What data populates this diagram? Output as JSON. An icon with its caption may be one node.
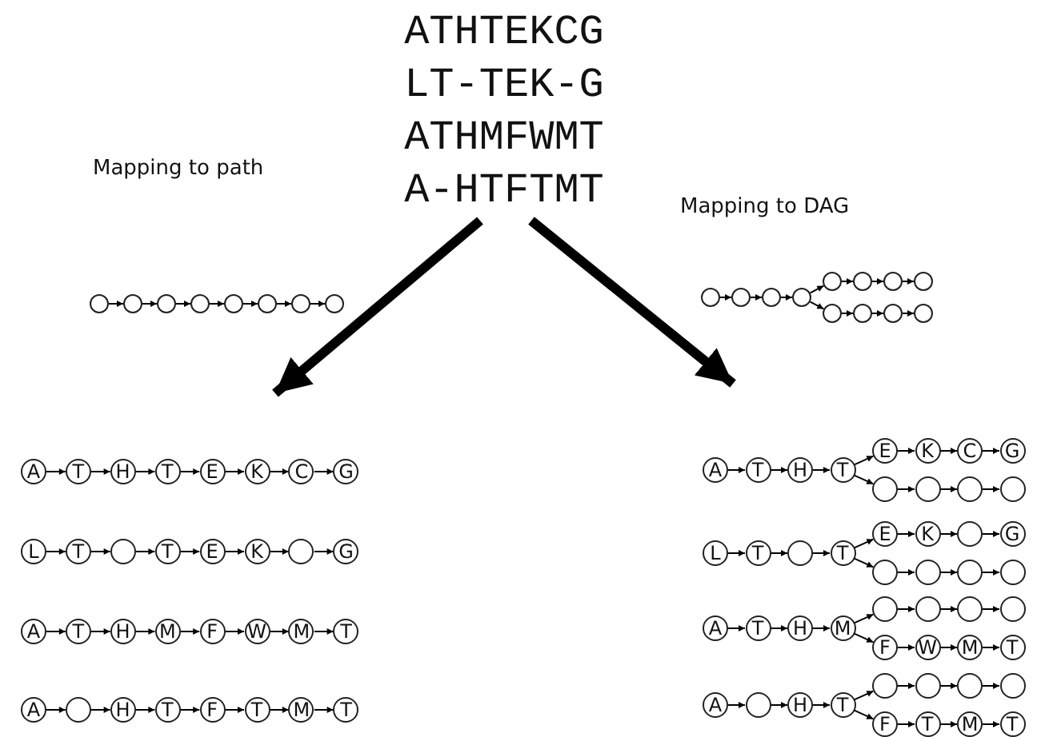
{
  "diagram": {
    "nodes": [
      {
        "text": [
          "ATHTEKCG",
          "LT-TEK-G",
          "ATHMFWMT",
          "A-HTFTMT"
        ]
      },
      {
        "text": [],
        "shape": "circle"
      },
      {
        "text": [],
        "shape": "circle"
      },
      {
        "text": [],
        "shape": "circle"
      },
      {
        "text": [],
        "shape": "circle"
      },
      {
        "text": [],
        "shape": "circle"
      },
      {
        "text": [],
        "shape": "circle"
      },
      {
        "text": [],
        "shape": "circle"
      },
      {
        "text": [],
        "shape": "circle"
      },
      {
        "text": [],
        "shape": "circle"
      },
      {
        "text": [],
        "shape": "circle"
      },
      {
        "text": [],
        "shape": "circle"
      },
      {
        "text": [],
        "shape": "circle"
      },
      {
        "text": [],
        "shape": "circle"
      },
      {
        "text": [],
        "shape": "circle"
      },
      {
        "text": [],
        "shape": "circle"
      },
      {
        "text": [],
        "shape": "circle"
      },
      {
        "text": [],
        "shape": "circle"
      },
      {
        "text": [],
        "shape": "circle"
      },
      {
        "text": [],
        "shape": "circle"
      },
      {
        "text": [],
        "shape": "circle"
      },
      {
        "text": [
          "A"
        ]
      },
      {
        "text": [
          "T"
        ]
      },
      {
        "text": [
          "H"
        ]
      },
      {
        "text": [
          "T"
        ]
      },
      {
        "text": [
          "E"
        ]
      },
      {
        "text": [
          "K"
        ]
      },
      {
        "text": [
          "C"
        ]
      },
      {
        "text": [
          "G"
        ]
      },
      {
        "text": [
          "L"
        ]
      },
      {
        "text": [
          "T"
        ]
      },
      {
        "text": [],
        "shape": "circle"
      },
      {
        "text": [
          "T"
        ]
      },
      {
        "text": [
          "E"
        ]
      },
      {
        "text": [
          "K"
        ]
      },
      {
        "text": [],
        "shape": "circle"
      },
      {
        "text": [
          "G"
        ]
      },
      {
        "text": [
          "A"
        ]
      },
      {
        "text": [
          "T"
        ]
      },
      {
        "text": [
          "H"
        ]
      },
      {
        "text": [
          "M"
        ]
      },
      {
        "text": [
          "F"
        ]
      },
      {
        "text": [
          "W"
        ]
      },
      {
        "text": [
          "M"
        ]
      },
      {
        "text": [
          "T"
        ]
      },
      {
        "text": [
          "A"
        ]
      },
      {
        "text": [],
        "shape": "circle"
      },
      {
        "text": [
          "H"
        ]
      },
      {
        "text": [
          "T"
        ]
      },
      {
        "text": [
          "F"
        ]
      },
      {
        "text": [
          "T"
        ]
      },
      {
        "text": [
          "M"
        ]
      },
      {
        "text": [
          "T"
        ]
      },
      {
        "text": [
          "A"
        ]
      },
      {
        "text": [
          "T"
        ]
      },
      {
        "text": [
          "H"
        ]
      },
      {
        "text": [
          "T"
        ]
      },
      {
        "text": [
          "E"
        ]
      },
      {
        "text": [
          "K"
        ]
      },
      {
        "text": [
          "C"
        ]
      },
      {
        "text": [
          "G"
        ]
      },
      {
        "text": [],
        "shape": "circle"
      },
      {
        "text": [],
        "shape": "circle"
      },
      {
        "text": [],
        "shape": "circle"
      },
      {
        "text": [],
        "shape": "circle"
      },
      {
        "text": [
          "L"
        ]
      },
      {
        "text": [
          "T"
        ]
      },
      {
        "text": [],
        "shape": "circle"
      },
      {
        "text": [
          "T"
        ]
      },
      {
        "text": [
          "E"
        ]
      },
      {
        "text": [
          "K"
        ]
      },
      {
        "text": [],
        "shape": "circle"
      },
      {
        "text": [
          "G"
        ]
      },
      {
        "text": [],
        "shape": "circle"
      },
      {
        "text": [],
        "shape": "circle"
      },
      {
        "text": [],
        "shape": "circle"
      },
      {
        "text": [],
        "shape": "circle"
      },
      {
        "text": [
          "A"
        ]
      },
      {
        "text": [
          "T"
        ]
      },
      {
        "text": [
          "H"
        ]
      },
      {
        "text": [
          "M"
        ]
      },
      {
        "text": [],
        "shape": "circle"
      },
      {
        "text": [],
        "shape": "circle"
      },
      {
        "text": [],
        "shape": "circle"
      },
      {
        "text": [],
        "shape": "circle"
      },
      {
        "text": [
          "F"
        ]
      },
      {
        "text": [
          "W"
        ]
      },
      {
        "text": [
          "M"
        ]
      },
      {
        "text": [
          "T"
        ]
      },
      {
        "text": [
          "A"
        ]
      },
      {
        "text": [],
        "shape": "circle"
      },
      {
        "text": [
          "H"
        ]
      },
      {
        "text": [
          "T"
        ]
      },
      {
        "text": [],
        "shape": "circle"
      },
      {
        "text": [],
        "shape": "circle"
      },
      {
        "text": [],
        "shape": "circle"
      },
      {
        "text": [],
        "shape": "circle"
      },
      {
        "text": [
          "F"
        ]
      },
      {
        "text": [
          "T"
        ]
      },
      {
        "text": [
          "M"
        ]
      },
      {
        "text": [
          "T"
        ]
      }
    ],
    "edges": [
      {
        "from": 0,
        "to": null,
        "arrow": "to",
        "style": "thick"
      },
      {
        "from": 0,
        "to": null,
        "arrow": "to",
        "style": "thick"
      },
      {
        "from": 1,
        "to": 2,
        "arrow": "to"
      },
      {
        "from": 2,
        "to": 3,
        "arrow": "to"
      },
      {
        "from": 3,
        "to": 4,
        "arrow": "to"
      },
      {
        "from": 4,
        "to": 5,
        "arrow": "to"
      },
      {
        "from": 5,
        "to": 6,
        "arrow": "to"
      },
      {
        "from": 6,
        "to": 7,
        "arrow": "to"
      },
      {
        "from": 7,
        "to": 8,
        "arrow": "to"
      },
      {
        "from": 9,
        "to": 10,
        "arrow": "to"
      },
      {
        "from": 10,
        "to": 11,
        "arrow": "to"
      },
      {
        "from": 11,
        "to": 12,
        "arrow": "to"
      },
      {
        "from": 12,
        "to": 13,
        "arrow": "to"
      },
      {
        "from": 13,
        "to": 14,
        "arrow": "to"
      },
      {
        "from": 14,
        "to": 15,
        "arrow": "to"
      },
      {
        "from": 15,
        "to": 16,
        "arrow": "to"
      },
      {
        "from": 12,
        "to": 17,
        "arrow": "to"
      },
      {
        "from": 17,
        "to": 18,
        "arrow": "to"
      },
      {
        "from": 18,
        "to": 19,
        "arrow": "to"
      },
      {
        "from": 19,
        "to": 20,
        "arrow": "to"
      },
      {
        "from": 21,
        "to": 22,
        "arrow": "to"
      },
      {
        "from": 22,
        "to": 23,
        "arrow": "to"
      },
      {
        "from": 23,
        "to": 24,
        "arrow": "to"
      },
      {
        "from": 24,
        "to": 25,
        "arrow": "to"
      },
      {
        "from": 25,
        "to": 26,
        "arrow": "to"
      },
      {
        "from": 26,
        "to": 27,
        "arrow": "to"
      },
      {
        "from": 27,
        "to": 28,
        "arrow": "to"
      },
      {
        "from": 29,
        "to": 30,
        "arrow": "to"
      },
      {
        "from": 30,
        "to": 31,
        "arrow": "to"
      },
      {
        "from": 31,
        "to": 32,
        "arrow": "to"
      },
      {
        "from": 32,
        "to": 33,
        "arrow": "to"
      },
      {
        "from": 33,
        "to": 34,
        "arrow": "to"
      },
      {
        "from": 34,
        "to": 35,
        "arrow": "to"
      },
      {
        "from": 35,
        "to": 36,
        "arrow": "to"
      },
      {
        "from": 37,
        "to": 38,
        "arrow": "to"
      },
      {
        "from": 38,
        "to": 39,
        "arrow": "to"
      },
      {
        "from": 39,
        "to": 40,
        "arrow": "to"
      },
      {
        "from": 40,
        "to": 41,
        "arrow": "to"
      },
      {
        "from": 41,
        "to": 42,
        "arrow": "to"
      },
      {
        "from": 42,
        "to": 43,
        "arrow": "to"
      },
      {
        "from": 43,
        "to": 44,
        "arrow": "to"
      },
      {
        "from": 45,
        "to": 46,
        "arrow": "to"
      },
      {
        "from": 46,
        "to": 47,
        "arrow": "to"
      },
      {
        "from": 47,
        "to": 48,
        "arrow": "to"
      },
      {
        "from": 48,
        "to": 49,
        "arrow": "to"
      },
      {
        "from": 49,
        "to": 50,
        "arrow": "to"
      },
      {
        "from": 50,
        "to": 51,
        "arrow": "to"
      },
      {
        "from": 51,
        "to": 52,
        "arrow": "to"
      },
      {
        "from": 53,
        "to": 54,
        "arrow": "to"
      },
      {
        "from": 54,
        "to": 55,
        "arrow": "to"
      },
      {
        "from": 55,
        "to": 56,
        "arrow": "to"
      },
      {
        "from": 56,
        "to": 57,
        "arrow": "to"
      },
      {
        "from": 57,
        "to": 58,
        "arrow": "to"
      },
      {
        "from": 58,
        "to": 59,
        "arrow": "to"
      },
      {
        "from": 59,
        "to": 60,
        "arrow": "to"
      },
      {
        "from": 56,
        "to": 61,
        "arrow": "to"
      },
      {
        "from": 61,
        "to": 62,
        "arrow": "to"
      },
      {
        "from": 62,
        "to": 63,
        "arrow": "to"
      },
      {
        "from": 63,
        "to": 64,
        "arrow": "to"
      },
      {
        "from": 65,
        "to": 66,
        "arrow": "to"
      },
      {
        "from": 66,
        "to": 67,
        "arrow": "to"
      },
      {
        "from": 67,
        "to": 68,
        "arrow": "to"
      },
      {
        "from": 68,
        "to": 69,
        "arrow": "to"
      },
      {
        "from": 69,
        "to": 70,
        "arrow": "to"
      },
      {
        "from": 70,
        "to": 71,
        "arrow": "to"
      },
      {
        "from": 71,
        "to": 72,
        "arrow": "to"
      },
      {
        "from": 68,
        "to": 73,
        "arrow": "to"
      },
      {
        "from": 73,
        "to": 74,
        "arrow": "to"
      },
      {
        "from": 74,
        "to": 75,
        "arrow": "to"
      },
      {
        "from": 75,
        "to": 76,
        "arrow": "to"
      },
      {
        "from": 77,
        "to": 78,
        "arrow": "to"
      },
      {
        "from": 78,
        "to": 79,
        "arrow": "to"
      },
      {
        "from": 79,
        "to": 80,
        "arrow": "to"
      },
      {
        "from": 80,
        "to": 81,
        "arrow": "to"
      },
      {
        "from": 81,
        "to": 82,
        "arrow": "to"
      },
      {
        "from": 82,
        "to": 83,
        "arrow": "to"
      },
      {
        "from": 83,
        "to": 84,
        "arrow": "to"
      },
      {
        "from": 80,
        "to": 85,
        "arrow": "to"
      },
      {
        "from": 85,
        "to": 86,
        "arrow": "to"
      },
      {
        "from": 86,
        "to": 87,
        "arrow": "to"
      },
      {
        "from": 87,
        "to": 88,
        "arrow": "to"
      },
      {
        "from": 89,
        "to": 90,
        "arrow": "to"
      },
      {
        "from": 90,
        "to": 91,
        "arrow": "to"
      },
      {
        "from": 91,
        "to": 92,
        "arrow": "to"
      },
      {
        "from": 92,
        "to": 93,
        "arrow": "to"
      },
      {
        "from": 93,
        "to": 94,
        "arrow": "to"
      },
      {
        "from": 94,
        "to": 95,
        "arrow": "to"
      },
      {
        "from": 95,
        "to": 96,
        "arrow": "to"
      },
      {
        "from": 92,
        "to": 97,
        "arrow": "to"
      },
      {
        "from": 97,
        "to": 98,
        "arrow": "to"
      },
      {
        "from": 98,
        "to": 99,
        "arrow": "to"
      },
      {
        "from": 99,
        "to": 100,
        "arrow": "to"
      }
    ],
    "labels": [
      "Mapping to path",
      "Mapping to DAG"
    ]
  }
}
